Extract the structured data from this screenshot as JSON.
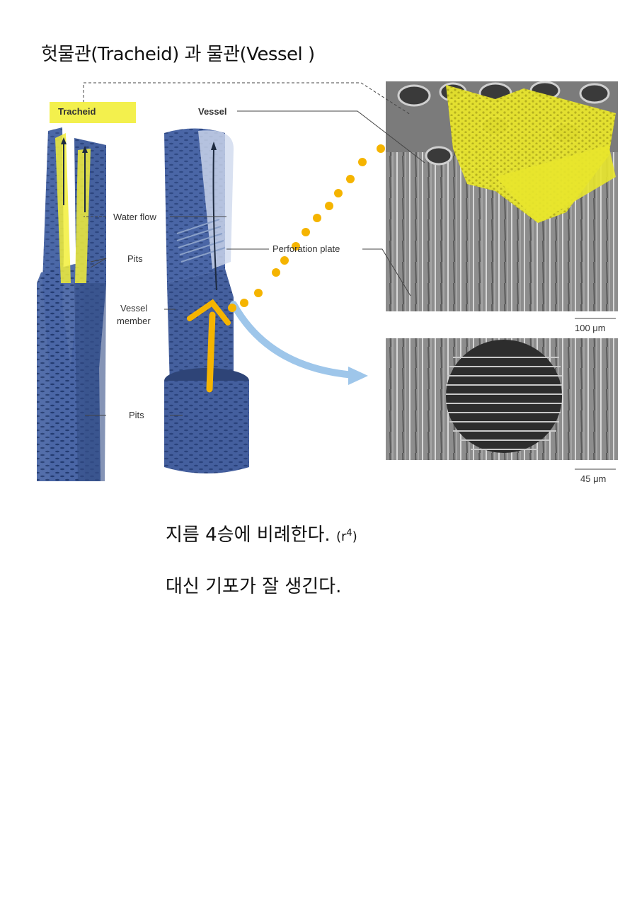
{
  "title": {
    "text": "헛물관(Tracheid) 과 물관(Vessel )"
  },
  "figure": {
    "labels": {
      "tracheid": "Tracheid",
      "vessel": "Vessel",
      "water_flow": "Water flow",
      "pits_upper": "Pits",
      "vessel_member_line1": "Vessel",
      "vessel_member_line2": "member",
      "pits_lower": "Pits",
      "perforation_plate": "Perforation plate",
      "scale_top": "100 μm",
      "scale_bottom": "45 μm"
    },
    "colors": {
      "highlight_yellow": "#f2ee3a",
      "annotation_orange": "#f5b400",
      "vessel_blue": "#3f5a96",
      "sem_gray": "#9a9a9a"
    }
  },
  "notes": {
    "line1_main": "지름 4승에 비례한다.",
    "line1_formula_prefix": "(r",
    "line1_formula_exp": "4",
    "line1_formula_suffix": ")",
    "line2": "대신 기포가 잘 생긴다."
  }
}
